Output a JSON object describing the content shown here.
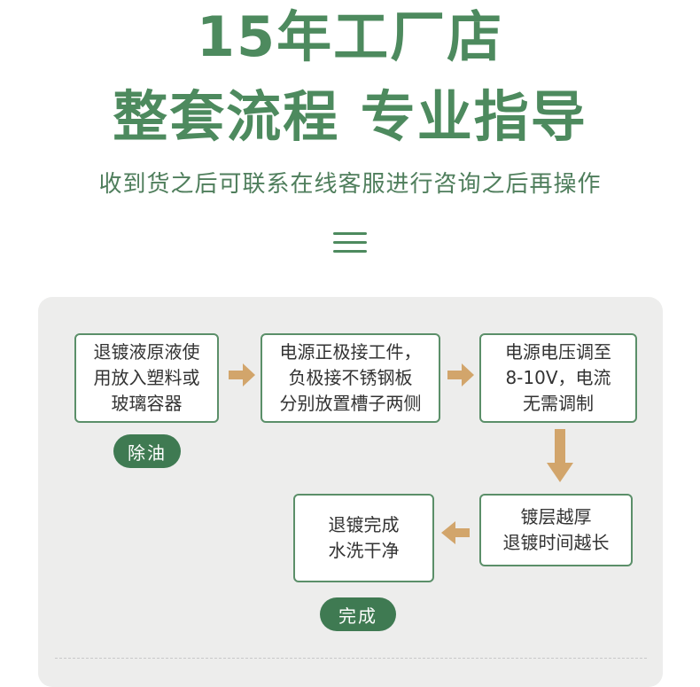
{
  "header": {
    "title_line1": "15年工厂店",
    "title_line2": "整套流程 专业指导",
    "subtitle": "收到货之后可联系在线客服进行咨询之后再操作"
  },
  "icons": {
    "menu": "menu-icon",
    "arrow": "arrow-icon"
  },
  "colors": {
    "brand_green": "#4d8a5e",
    "tag_green": "#3f7a52",
    "box_border": "#5b8f69",
    "arrow": "#d2a56b",
    "panel": "#ededec"
  },
  "flow": {
    "steps": [
      {
        "text": "退镀液原液使\n用放入塑料或\n玻璃容器"
      },
      {
        "text": "电源正极接工件，\n负极接不锈钢板\n分别放置槽子两侧"
      },
      {
        "text": "电源电压调至\n8-10V，电流\n无需调制"
      },
      {
        "text": "镀层越厚\n退镀时间越长"
      },
      {
        "text": "退镀完成\n水洗干净"
      }
    ],
    "tags": {
      "degrease": "除油",
      "complete": "完成"
    }
  }
}
